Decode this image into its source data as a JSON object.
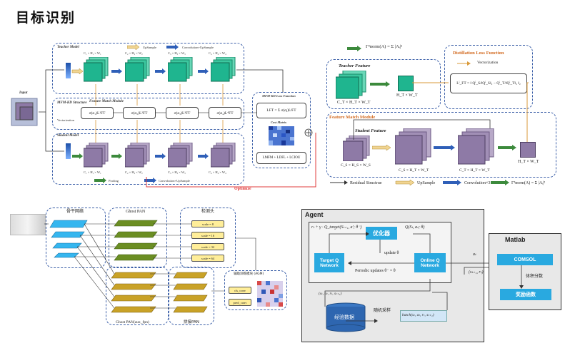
{
  "page_title": "目标识别",
  "colors": {
    "teacher_cube": "#1fb58f",
    "student_cube": "#8e7aa6",
    "dash_border": "#3b5fa8",
    "red_line": "#e23c3c",
    "agent_cyan": "#29a9e0",
    "orange_text": "#d2691e",
    "ghost_green": "#6b8e23",
    "ghost_gold": "#c9a227",
    "backbone_blue": "#35b6ef"
  },
  "left_top": {
    "input_label": "Input",
    "teacher_model": "Teacher Model",
    "mfm_structure": "MFM-KD Structure",
    "vectorization": "Vectorization",
    "student_model": "Student Model",
    "feature_match_module": "Feature Match Module",
    "upsample_legend": "UpSample",
    "conv_upsample_legend": "Convolution+UpSample",
    "pooling_legend": "Pooling",
    "teacher_dims": [
      "C₁ × H₁ × W₁",
      "C₂ × H₂ × W₂",
      "C₃ × H₃ × W₃",
      "C₄ × H₄ × W₄"
    ],
    "student_dims": [
      "C₁ × H₁ × W₁",
      "C₂ × H₂ × W₂",
      "C₃ × H₃ × W₃",
      "C₄ × H₄ × W₄"
    ],
    "fm_boxes": [
      "σ(α₁)L¹FT",
      "σ(α₂)L²FT",
      "σ(α₃)L³FT",
      "σ(α₄)L⁴FT"
    ],
    "loss_title": "MFM-KD Loss Function",
    "loss_formula": "LFT = Σ σ(αⱼ)LʲFT",
    "cost_matrix": "Cost Matrix",
    "total_loss": "LMFM + LDFL + LCIOU",
    "optimize": "Optimize"
  },
  "right_top": {
    "norm_formula_top": "Γ²norm(A) = Σ |Aᵢ|²",
    "teacher_feature": "Teacher Feature",
    "teacher_dim": "C_T × H_T × W_T",
    "teacher_small_dim": "H_T × W_T",
    "distill_title": "Distillation Loss Function",
    "vectorization": "Vectorization",
    "distill_formula": "Lⁱ_FT = ‖ Qⁱ_S/‖Qⁱ_S‖₂ − Qⁱ_T/‖Qⁱ_T‖₂ ‖₂",
    "feature_match_module": "Feature Match Module",
    "student_feature": "Student Feature",
    "student_dims": [
      "C_S × H_S × W_S",
      "C_S × H_T × W_T",
      "C_T × H_T × W_T"
    ],
    "student_small_dim": "H_T × W_T",
    "legend_residual": "Residual Structrue",
    "legend_upsample": "UpSample",
    "legend_conv3": "Convolution×3",
    "legend_norm": "Γ²norm(A) = Σ |Aᵢ|²"
  },
  "left_bottom": {
    "backbone": "骨干网络",
    "ghost_pan": "Ghost PAN",
    "detect_head": "检测头",
    "scales": [
      "scale = 8",
      "scale = 16",
      "scale = 32",
      "scale = 64"
    ],
    "assist_title": "辅助训练模块 (AGM)",
    "cls_conv": "cls_conv",
    "pred_conv": "pred_conv",
    "ghost_pan_aux": "Ghost PAN(aux_fpn)",
    "concat_pan": "拼接PAN"
  },
  "agent": {
    "title": "Agent",
    "target_formula": "rₜ + γ · Q_target(Sₜ₊₁, a′; θ⁻)",
    "q_formula": "Q(Sₜ, aₜ; θ)",
    "optimizer": "优化器",
    "update_label": "update θ",
    "target_network": "Target Q Network",
    "online_network": "Online Q Network",
    "periodic": "Periodic updates  θ⁻ = θ",
    "tuple_label": "(sₜ, aₜ, rₜ, sₜ₊₁)",
    "experience": "经验数据",
    "random_sample": "随机采样",
    "batch_label": "batch(sₜ, aₜ, rₜ, sₜ₊₁)",
    "action_label": "aₜ",
    "state_label": "(sₜ₊₁, rₜ)"
  },
  "matlab": {
    "title": "Matlab",
    "comsol": "COMSOL",
    "volume": "体积分数",
    "reward": "奖励函数"
  }
}
